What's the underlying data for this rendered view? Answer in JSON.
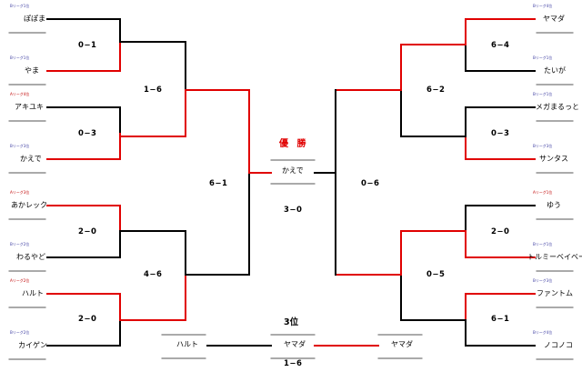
{
  "colors": {
    "win": "#e00000",
    "lose": "#000000"
  },
  "left": {
    "players": [
      {
        "name": "ぽぽま",
        "league": "Bリーグ1位"
      },
      {
        "name": "やま",
        "league": "Bリーグ1位"
      },
      {
        "name": "アキユキ",
        "league": "Aリーグ4位",
        "league_red": true
      },
      {
        "name": "かえで",
        "league": "Bリーグ3位"
      },
      {
        "name": "あかレック",
        "league": "Aリーグ3位",
        "league_red": true
      },
      {
        "name": "わるやど",
        "league": "Bリーグ2位"
      },
      {
        "name": "ハルト",
        "league": "Aリーグ2位",
        "league_red": true
      },
      {
        "name": "カイゲン",
        "league": "Bリーグ2位"
      }
    ],
    "scores_r1": [
      "0−1",
      "0−3",
      "2−0",
      "2−0"
    ],
    "scores_r2": [
      "1−6",
      "4−6"
    ],
    "score_final": "6−1"
  },
  "right": {
    "players": [
      {
        "name": "ヤマダ",
        "league": "Bリーグ4位"
      },
      {
        "name": "たいが",
        "league": "Bリーグ1位"
      },
      {
        "name": "メガまるっと",
        "league": "Bリーグ1位"
      },
      {
        "name": "サンタス",
        "league": "Bリーグ3位"
      },
      {
        "name": "ゆう",
        "league": "Aリーグ1位",
        "league_red": true
      },
      {
        "name": "トルミーベイベー",
        "league": "Bリーグ1位"
      },
      {
        "name": "ファントム",
        "league": "Bリーグ3位"
      },
      {
        "name": "ノコノコ",
        "league": "Bリーグ4位"
      }
    ],
    "scores_r1": [
      "6−4",
      "0−3",
      "2−0",
      "6−1"
    ],
    "scores_r2": [
      "6−2",
      "0−5"
    ],
    "score_final": "0−6"
  },
  "champion": {
    "title": "優 勝",
    "name": "かえで",
    "score": "3−0"
  },
  "third": {
    "title": "3位",
    "left": "ハルト",
    "center": "ヤマダ",
    "right": "ヤマダ",
    "score": "1−6"
  }
}
